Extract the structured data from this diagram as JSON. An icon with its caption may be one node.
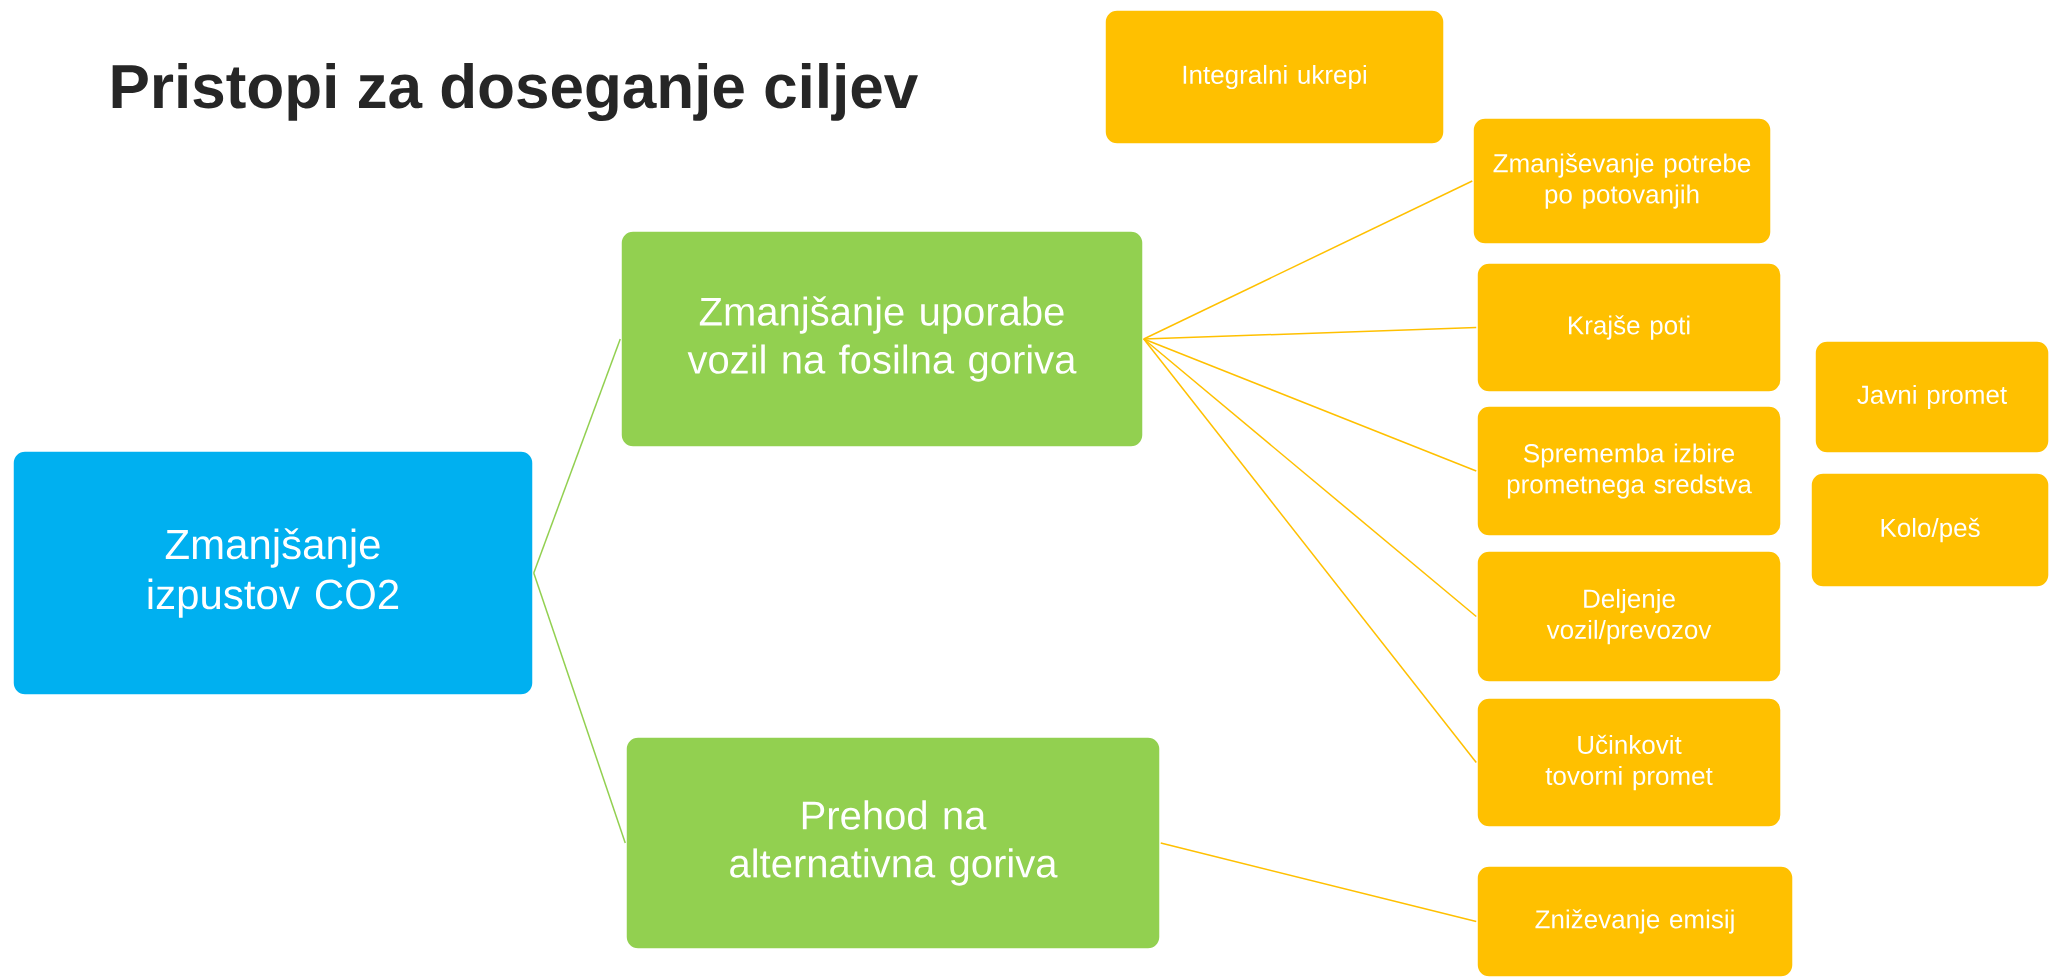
{
  "diagram": {
    "title": "Pristopi za doseganje ciljev",
    "nodes": [
      {
        "text": [
          "Integralni ukrepi"
        ]
      },
      {
        "text": [
          "Zmanjšanje izpustov CO2"
        ]
      },
      {
        "text": [
          "Zmanjšanje uporabe vozil na fosilna goriva"
        ]
      },
      {
        "text": [
          "Prehod na alternativna goriva"
        ]
      },
      {
        "text": [
          "Zmanjševanje potrebe po potovanjih"
        ]
      },
      {
        "text": [
          "Krajše poti"
        ]
      },
      {
        "text": [
          "Sprememba izbire prometnega sredstva"
        ]
      },
      {
        "text": [
          "Deljenje vozil/prevozov"
        ]
      },
      {
        "text": [
          "Učinkovit tovorni promet"
        ]
      },
      {
        "text": [
          "Javni promet"
        ]
      },
      {
        "text": [
          "Kolo/peš"
        ]
      },
      {
        "text": [
          "Zniževanje emisij"
        ]
      }
    ],
    "edges": [
      {
        "from": 1,
        "to": 2,
        "arrow": "none",
        "color": "#92d050"
      },
      {
        "from": 1,
        "to": 3,
        "arrow": "none",
        "color": "#92d050"
      },
      {
        "from": 2,
        "to": 4,
        "arrow": "none"
      },
      {
        "from": 2,
        "to": 5,
        "arrow": "none"
      },
      {
        "from": 2,
        "to": 6,
        "arrow": "none"
      },
      {
        "from": 2,
        "to": 7,
        "arrow": "none"
      },
      {
        "from": 2,
        "to": 8,
        "arrow": "none"
      },
      {
        "from": 3,
        "to": 11,
        "arrow": "none"
      }
    ]
  }
}
